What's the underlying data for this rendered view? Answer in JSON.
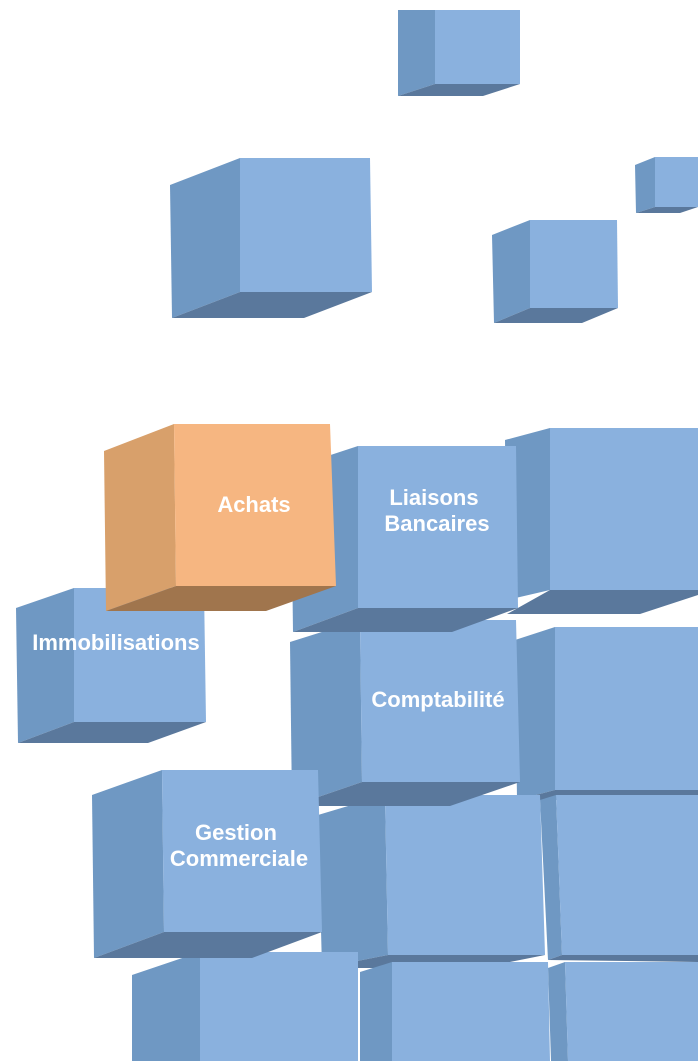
{
  "colors": {
    "blue_front": "#8AB1DE",
    "blue_left": "#6F98C3",
    "blue_bottom": "#5A789C",
    "orange_front": "#F6B681",
    "orange_left": "#D8A06B",
    "orange_bottom": "#A0754D",
    "label": "#FFFFFF",
    "background": "#FFFFFF"
  },
  "modules": {
    "achats": {
      "line1": "Achats"
    },
    "liaisons_bancaires": {
      "line1": "Liaisons",
      "line2": "Bancaires"
    },
    "immobilisations": {
      "line1": "Immobilisations"
    },
    "comptabilite": {
      "line1": "Comptabilité"
    },
    "gestion_commerciale": {
      "line1": "Gestion",
      "line2": "Commerciale"
    }
  },
  "active_module": "achats"
}
